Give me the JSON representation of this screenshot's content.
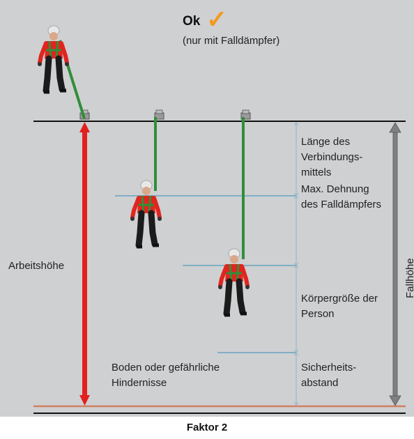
{
  "header": {
    "ok_label": "Ok",
    "ok_mark": "✓",
    "ok_note": "(nur mit Falldämpfer)"
  },
  "labels": {
    "working_height": "Arbeitshöhe",
    "fall_height": "Fallhöhe",
    "lanyard_length": "Länge des Verbindungs-mittels",
    "max_extension": "Max. Dehnung des Falldämpfers",
    "body_height": "Körpergröße der Person",
    "safety_distance": "Sicherheits-abstand",
    "ground": "Boden oder gefährliche Hindernisse"
  },
  "footer": {
    "caption": "Faktor 2"
  },
  "colors": {
    "background": "#cfd0d2",
    "working_height_arrow": "#e0211f",
    "fall_height_arrow": "#808080",
    "reference_lines": "#7fb0c6",
    "ground_line": "#d08060",
    "lanyard": "#2f8f3a",
    "check_mark": "#f39a1c"
  }
}
